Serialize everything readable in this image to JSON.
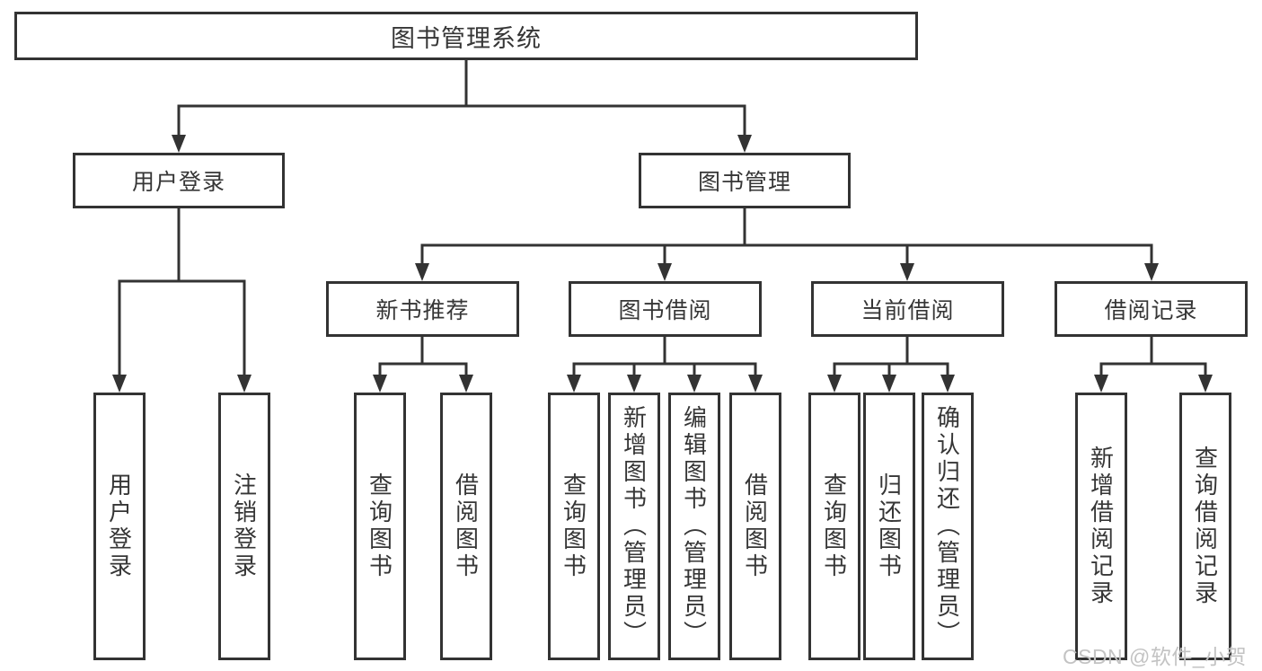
{
  "colors": {
    "line": "#333333",
    "text": "#363636",
    "background": "#ffffff",
    "watermark": "#c3c3c3"
  },
  "watermark": "CSDN @软件_小贺同学",
  "nodes": {
    "root": "图书管理系统",
    "user_login": "用户登录",
    "book_management": "图书管理",
    "new_book_recommend": "新书推荐",
    "book_borrow": "图书借阅",
    "current_borrow": "当前借阅",
    "borrow_records": "借阅记录",
    "leaf_user_login": "用户登录",
    "leaf_logout": "注销登录",
    "leaf_query_book_1": "查询图书",
    "leaf_borrow_book_1": "借阅图书",
    "leaf_query_book_2": "查询图书",
    "leaf_add_book_admin": "新增图书（管理员）",
    "leaf_edit_book_admin": "编辑图书（管理员）",
    "leaf_borrow_book_2": "借阅图书",
    "leaf_query_book_3": "查询图书",
    "leaf_return_book": "归还图书",
    "leaf_confirm_return_admin": "确认归还（管理员）",
    "leaf_add_borrow_record": "新增借阅记录",
    "leaf_query_borrow_record": "查询借阅记录"
  },
  "hierarchy": {
    "图书管理系统": {
      "用户登录": [
        "用户登录",
        "注销登录"
      ],
      "图书管理": {
        "新书推荐": [
          "查询图书",
          "借阅图书"
        ],
        "图书借阅": [
          "查询图书",
          "新增图书（管理员）",
          "编辑图书（管理员）",
          "借阅图书"
        ],
        "当前借阅": [
          "查询图书",
          "归还图书",
          "确认归还（管理员）"
        ],
        "借阅记录": [
          "新增借阅记录",
          "查询借阅记录"
        ]
      }
    }
  }
}
